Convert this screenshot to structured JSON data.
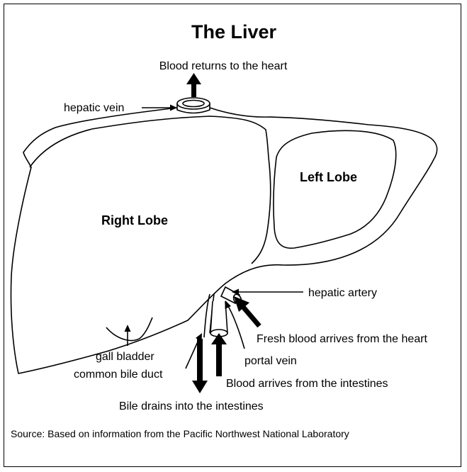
{
  "title": "The Liver",
  "labels": {
    "blood_returns": "Blood returns to the heart",
    "hepatic_vein": "hepatic vein",
    "left_lobe": "Left Lobe",
    "right_lobe": "Right Lobe",
    "hepatic_artery": "hepatic artery",
    "fresh_blood": "Fresh blood arrives from the heart",
    "gall_bladder": "gall bladder",
    "portal_vein": "portal vein",
    "common_bile_duct": "common bile duct",
    "blood_intestines": "Blood arrives from the intestines",
    "bile_drains": "Bile drains into the intestines"
  },
  "source": "Source: Based on information from the Pacific Northwest National Laboratory"
}
